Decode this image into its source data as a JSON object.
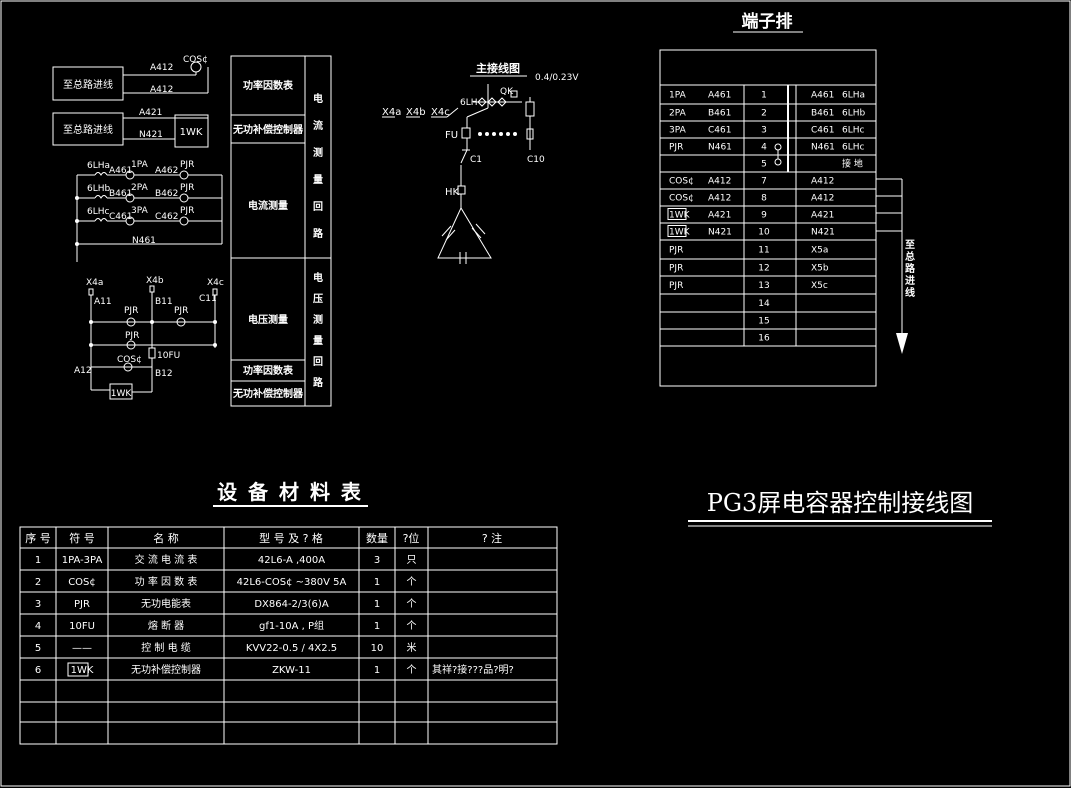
{
  "colors": {
    "background": "#000000",
    "lines": "#ffffff"
  },
  "wiring": {
    "upper_box_label": "至总路进线",
    "a412_top": "A412",
    "a412_bottom": "A412",
    "cos_top": "COS¢",
    "lower_box_label": "至总路进线",
    "a421": "A421",
    "n421": "N421",
    "wk_box": "1WK",
    "ct_labels": [
      "6LHa",
      "6LHb",
      "6LHc"
    ],
    "current_wires_left": [
      "A461",
      "B461",
      "C461"
    ],
    "ammeters": [
      "1PA",
      "2PA",
      "3PA"
    ],
    "current_wires_right": [
      "A462",
      "B462",
      "C462"
    ],
    "pjr_labels": [
      "PJR",
      "PJR",
      "PJR"
    ],
    "n461": "N461",
    "voltage_buses": [
      "X4a",
      "X4b",
      "X4c"
    ],
    "voltage_nodes": [
      "A11",
      "B11",
      "C11"
    ],
    "pjr_v": [
      "PJR",
      "PJR",
      "PJR"
    ],
    "cos_v": "COS¢",
    "fuse_v": "10FU",
    "a12": "A12",
    "b12": "B12",
    "wk_v": "1WK"
  },
  "function_table": {
    "rows": [
      "功率因数表",
      "无功补偿控制器",
      "电流测量",
      "电压测量",
      "功率因数表",
      "无功补偿控制器"
    ],
    "side_current": [
      "电",
      "流",
      "测",
      "量",
      "回",
      "路"
    ],
    "side_voltage": [
      "电",
      "压",
      "测",
      "量",
      "回",
      "路"
    ]
  },
  "main_wiring": {
    "title": "主接线图",
    "voltage": "0.4/0.23V",
    "buses": [
      "X4a",
      "X4b",
      "X4c"
    ],
    "ct": "6LH",
    "qk": "QK",
    "fu": "FU",
    "c1": "C1",
    "c10": "C10",
    "hk": "HK"
  },
  "terminal_block": {
    "title": "端子排",
    "left_rows": [
      {
        "a": "1PA",
        "b": "A461"
      },
      {
        "a": "2PA",
        "b": "B461"
      },
      {
        "a": "3PA",
        "b": "C461"
      },
      {
        "a": "PJR",
        "b": "N461"
      },
      {
        "a": "",
        "b": ""
      },
      {
        "a": "COS¢",
        "b": "A412"
      },
      {
        "a": "COS¢",
        "b": "A412"
      },
      {
        "a": "1WK",
        "b": "A421"
      },
      {
        "a": "1WK",
        "b": "N421"
      },
      {
        "a": "PJR",
        "b": ""
      },
      {
        "a": "PJR",
        "b": ""
      },
      {
        "a": "PJR",
        "b": ""
      },
      {
        "a": "",
        "b": ""
      },
      {
        "a": "",
        "b": ""
      },
      {
        "a": "",
        "b": ""
      }
    ],
    "numbers": [
      "1",
      "2",
      "3",
      "4",
      "5",
      "7",
      "8",
      "9",
      "10",
      "11",
      "12",
      "13",
      "14",
      "15",
      "16"
    ],
    "right_rows": [
      {
        "a": "A461",
        "b": "6LHa"
      },
      {
        "a": "B461",
        "b": "6LHb"
      },
      {
        "a": "C461",
        "b": "6LHc"
      },
      {
        "a": "N461",
        "b": "6LHc"
      },
      {
        "a": "",
        "b": "接 地"
      },
      {
        "a": "A412",
        "b": ""
      },
      {
        "a": "A412",
        "b": ""
      },
      {
        "a": "A421",
        "b": ""
      },
      {
        "a": "N421",
        "b": ""
      },
      {
        "a": "X5a",
        "b": ""
      },
      {
        "a": "X5b",
        "b": ""
      },
      {
        "a": "X5c",
        "b": ""
      },
      {
        "a": "",
        "b": ""
      },
      {
        "a": "",
        "b": ""
      },
      {
        "a": "",
        "b": ""
      }
    ],
    "arrow_label": [
      "至",
      "总",
      "路",
      "进",
      "线"
    ]
  },
  "materials": {
    "title": "设 备 材 料 表",
    "headers": [
      "序 号",
      "符 号",
      "名    称",
      "型 号 及 ? 格",
      "数量",
      "?位",
      "?      注"
    ],
    "rows": [
      [
        "1",
        "1PA-3PA",
        "交 流 电 流 表",
        "42L6-A ,400A",
        "3",
        "只",
        ""
      ],
      [
        "2",
        "COS¢",
        "功 率 因 数 表",
        "42L6-COS¢   ~380V   5A",
        "1",
        "个",
        ""
      ],
      [
        "3",
        "PJR",
        "无功电能表",
        "DX864-2/3(6)A",
        "1",
        "个",
        ""
      ],
      [
        "4",
        "10FU",
        "熔 断 器",
        "gf1-10A , P组",
        "1",
        "个",
        ""
      ],
      [
        "5",
        "——",
        "控 制 电 缆",
        "KVV22-0.5  / 4X2.5",
        "10",
        "米",
        ""
      ],
      [
        "6",
        "1WK",
        "无功补偿控制器",
        "ZKW-11",
        "1",
        "个",
        "其祥?接???品?明?"
      ],
      [
        "",
        "",
        "",
        "",
        "",
        "",
        ""
      ],
      [
        "",
        "",
        "",
        "",
        "",
        "",
        ""
      ],
      [
        "",
        "",
        "",
        "",
        "",
        "",
        ""
      ]
    ]
  },
  "drawing_title": "PG3屏电容器控制接线图"
}
